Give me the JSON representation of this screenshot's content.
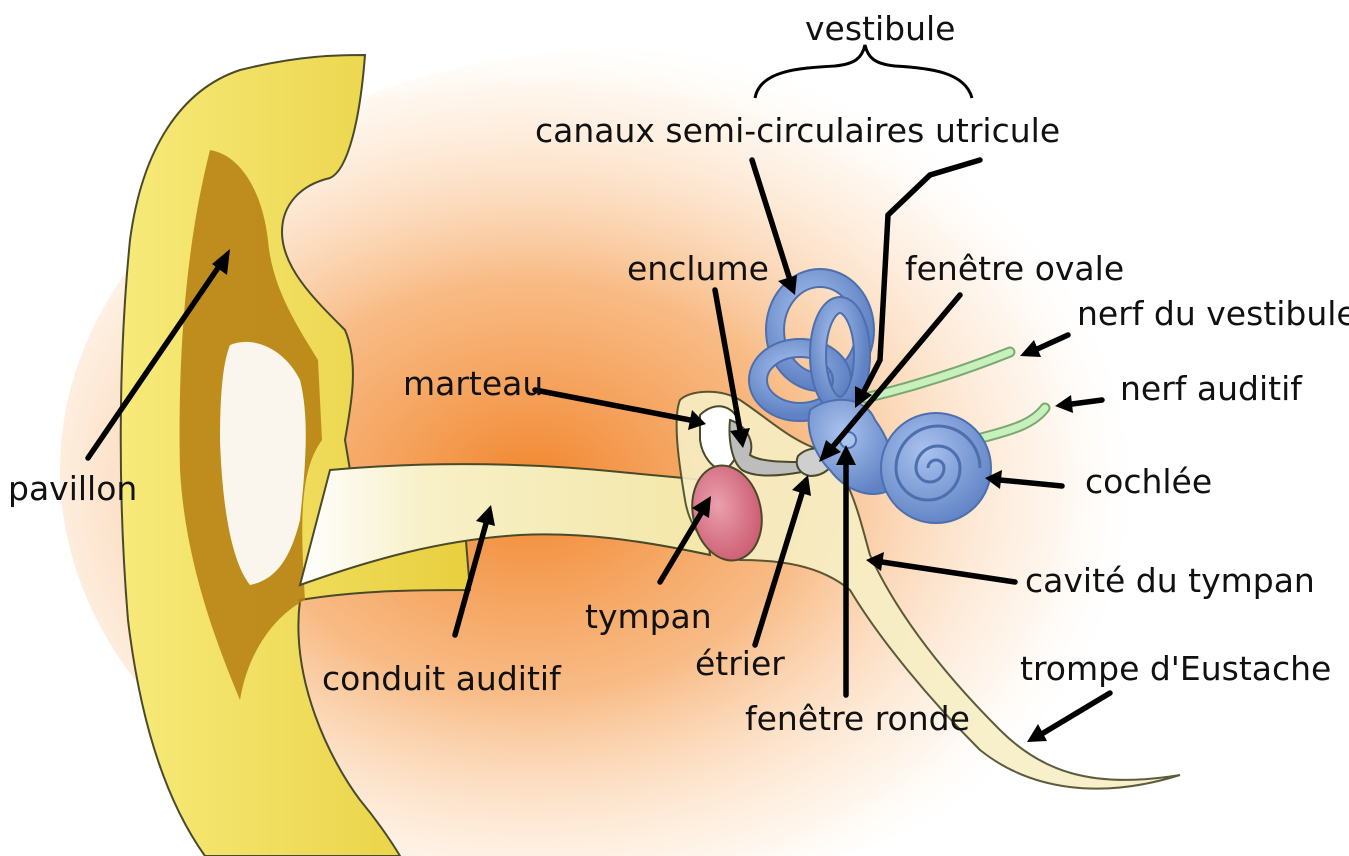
{
  "labels": {
    "vestibule": "vestibule",
    "canaux": "canaux semi-circulaires",
    "utricule": "utricule",
    "enclume": "enclume",
    "fenetre_ovale": "fenêtre ovale",
    "nerf_vestibule": "nerf du vestibule",
    "marteau": "marteau",
    "nerf_auditif": "nerf auditif",
    "pavillon": "pavillon",
    "cochlee": "cochlée",
    "cavite": "cavité du tympan",
    "tympan": "tympan",
    "etrier": "étrier",
    "conduit": "conduit auditif",
    "trompe": "trompe d'Eustache",
    "fenetre_ronde": "fenêtre ronde"
  },
  "colors": {
    "background_glow": "#f08c3a",
    "outer_ear": "#f2e56a",
    "outer_ear_shadow": "#b8860b",
    "canal": "#f6efc0",
    "inner_ear": "#7d9fd8",
    "tympanic_membrane": "#d9788a",
    "nerves": "#b9e8b0",
    "arrows": "#000000"
  }
}
